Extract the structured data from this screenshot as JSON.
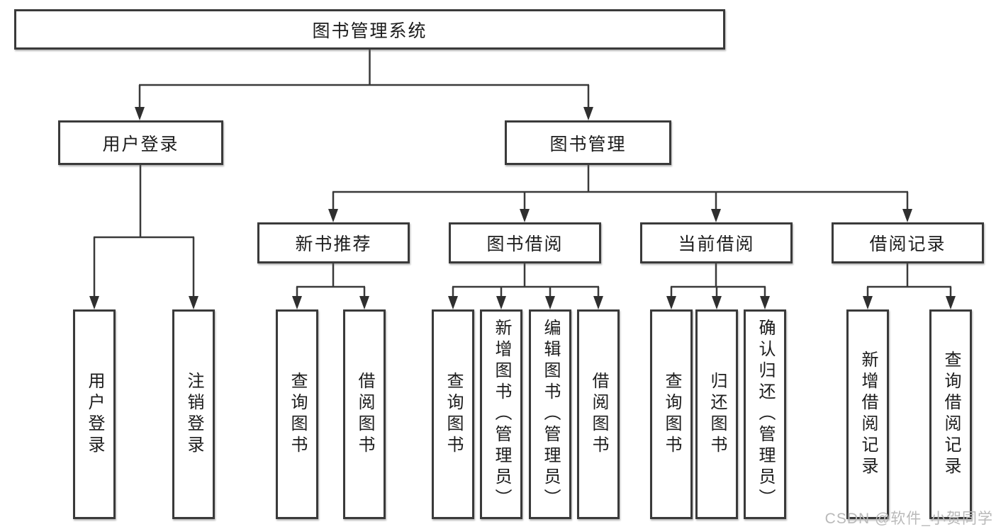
{
  "tree": {
    "label": "图书管理系统",
    "children": [
      {
        "label": "用户登录",
        "children": [
          {
            "label": "用户登录"
          },
          {
            "label": "注销登录"
          }
        ]
      },
      {
        "label": "图书管理",
        "children": [
          {
            "label": "新书推荐",
            "children": [
              {
                "label": "查询图书"
              },
              {
                "label": "借阅图书"
              }
            ]
          },
          {
            "label": "图书借阅",
            "children": [
              {
                "label": "查询图书"
              },
              {
                "label": "新增图书（管理员）"
              },
              {
                "label": "编辑图书（管理员）"
              },
              {
                "label": "借阅图书"
              }
            ]
          },
          {
            "label": "当前借阅",
            "children": [
              {
                "label": "查询图书"
              },
              {
                "label": "归还图书"
              },
              {
                "label": "确认归还（管理员）"
              }
            ]
          },
          {
            "label": "借阅记录",
            "children": [
              {
                "label": "新增借阅记录"
              },
              {
                "label": "查询借阅记录"
              }
            ]
          }
        ]
      }
    ]
  },
  "colors": {
    "line": "#3a3a3a",
    "arrow": "#2f2f2f",
    "text": "#1c1c1c",
    "watermark": "#b9b9b9"
  },
  "watermark": {
    "text": "CSDN @软件_小贺同学"
  }
}
